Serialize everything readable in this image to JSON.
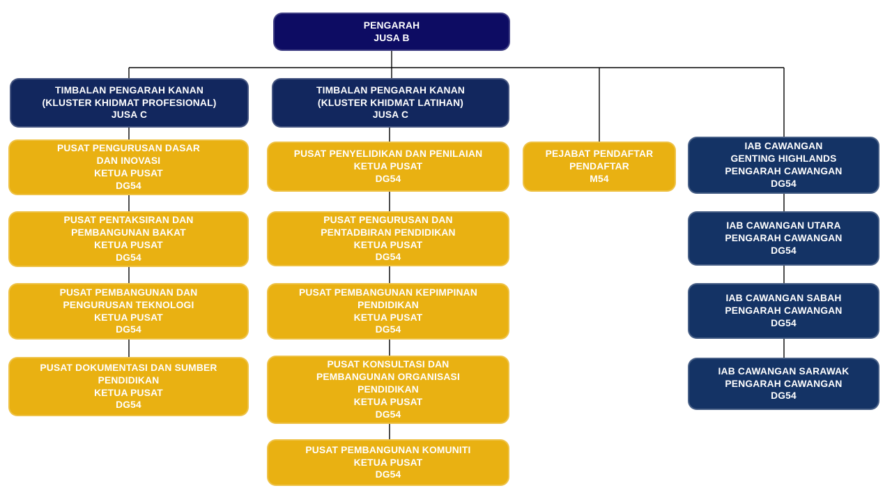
{
  "chart_title": "Organisational chart (IAB)",
  "colors": {
    "director_navy": "#0d0c63",
    "cluster_navy": "#12275e",
    "branch_navy": "#143365",
    "centre_gold": "#e9b112",
    "text": "#ffffff",
    "connector_line": "#000000",
    "background": "#ffffff"
  },
  "nodes": {
    "pengarah": {
      "text": "PENGARAH\nJUSA B"
    },
    "tpk_prof": {
      "text": "TIMBALAN PENGARAH KANAN\n(KLUSTER KHIDMAT PROFESIONAL)\nJUSA C"
    },
    "tpk_lat": {
      "text": "TIMBALAN PENGARAH KANAN\n(KLUSTER KHIDMAT LATIHAN)\nJUSA C"
    },
    "dasar": {
      "text": "PUSAT PENGURUSAN DASAR\nDAN INOVASI\nKETUA PUSAT\nDG54"
    },
    "pentaksiran": {
      "text": "PUSAT PENTAKSIRAN DAN\nPEMBANGUNAN BAKAT\nKETUA PUSAT\nDG54"
    },
    "teknologi": {
      "text": "PUSAT PEMBANGUNAN DAN\nPENGURUSAN TEKNOLOGI\nKETUA PUSAT\nDG54"
    },
    "dokumentasi": {
      "text": "PUSAT DOKUMENTASI DAN SUMBER\nPENDIDIKAN\nKETUA PUSAT\nDG54"
    },
    "penyelidikan": {
      "text": "PUSAT PENYELIDIKAN DAN PENILAIAN\nKETUA PUSAT\nDG54"
    },
    "pentadbiran": {
      "text": "PUSAT PENGURUSAN DAN\nPENTADBIRAN PENDIDIKAN\nKETUA PUSAT\nDG54"
    },
    "kepimpinan": {
      "text": "PUSAT PEMBANGUNAN KEPIMPINAN\nPENDIDIKAN\nKETUA PUSAT\nDG54"
    },
    "konsultasi": {
      "text": "PUSAT KONSULTASI DAN\nPEMBANGUNAN ORGANISASI\nPENDIDIKAN\nKETUA PUSAT\nDG54"
    },
    "komuniti": {
      "text": "PUSAT PEMBANGUNAN KOMUNITI\nKETUA PUSAT\nDG54"
    },
    "pendaftar": {
      "text": "PEJABAT PENDAFTAR\nPENDAFTAR\nM54"
    },
    "iab_genting": {
      "text": "IAB CAWANGAN\nGENTING HIGHLANDS\nPENGARAH CAWANGAN\nDG54"
    },
    "iab_utara": {
      "text": "IAB CAWANGAN UTARA\nPENGARAH CAWANGAN\nDG54"
    },
    "iab_sabah": {
      "text": "IAB CAWANGAN SABAH\nPENGARAH CAWANGAN\nDG54"
    },
    "iab_sarawak": {
      "text": "IAB CAWANGAN SARAWAK\nPENGARAH CAWANGAN\nDG54"
    }
  }
}
